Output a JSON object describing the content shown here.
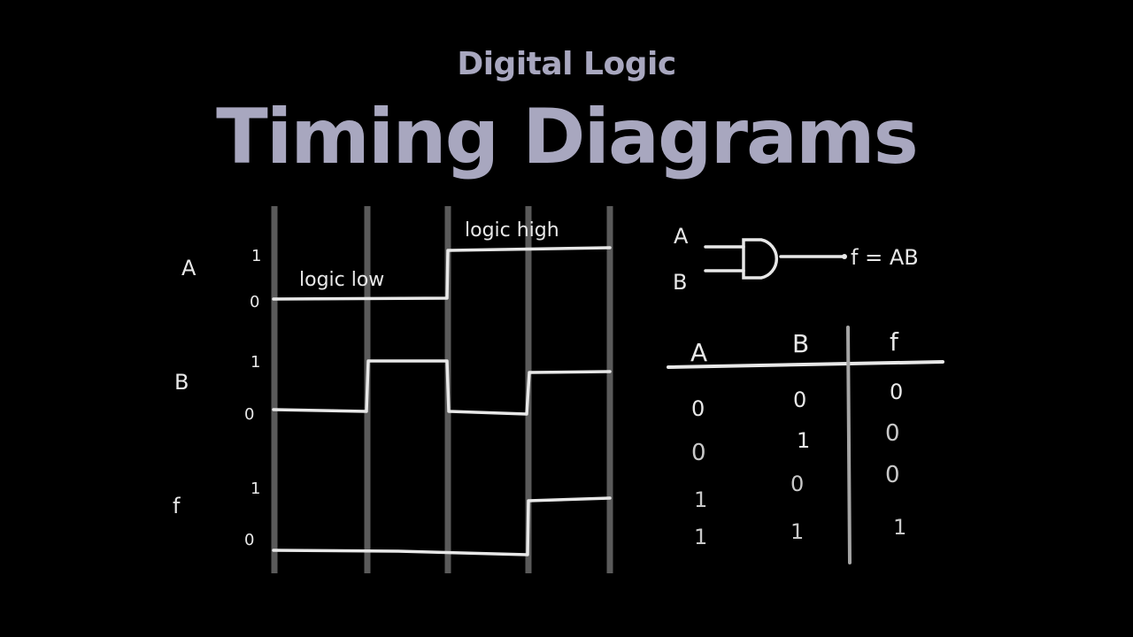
{
  "header": {
    "subtitle": "Digital Logic",
    "title": "Timing Diagrams"
  },
  "timing_diagram": {
    "signals": [
      {
        "name": "A",
        "levels": [
          "1",
          "0"
        ],
        "values": [
          0,
          0,
          1,
          1
        ]
      },
      {
        "name": "B",
        "levels": [
          "1",
          "0"
        ],
        "values": [
          0,
          1,
          0,
          1
        ]
      },
      {
        "name": "f",
        "levels": [
          "1",
          "0"
        ],
        "values": [
          0,
          0,
          0,
          1
        ]
      }
    ],
    "annotations": {
      "low": "logic low",
      "high": "logic high"
    }
  },
  "gate": {
    "type": "AND",
    "input_a": "A",
    "input_b": "B",
    "output": "f = AB"
  },
  "truth_table": {
    "headers": [
      "A",
      "B",
      "f"
    ],
    "rows": [
      [
        "0",
        "0",
        "0"
      ],
      [
        "0",
        "1",
        "0"
      ],
      [
        "1",
        "0",
        "0"
      ],
      [
        "1",
        "1",
        "1"
      ]
    ]
  },
  "colors": {
    "background": "#000000",
    "title": "#a8a7bf",
    "chalk": "#e8e8e8",
    "grid": "#5a5a5a"
  }
}
